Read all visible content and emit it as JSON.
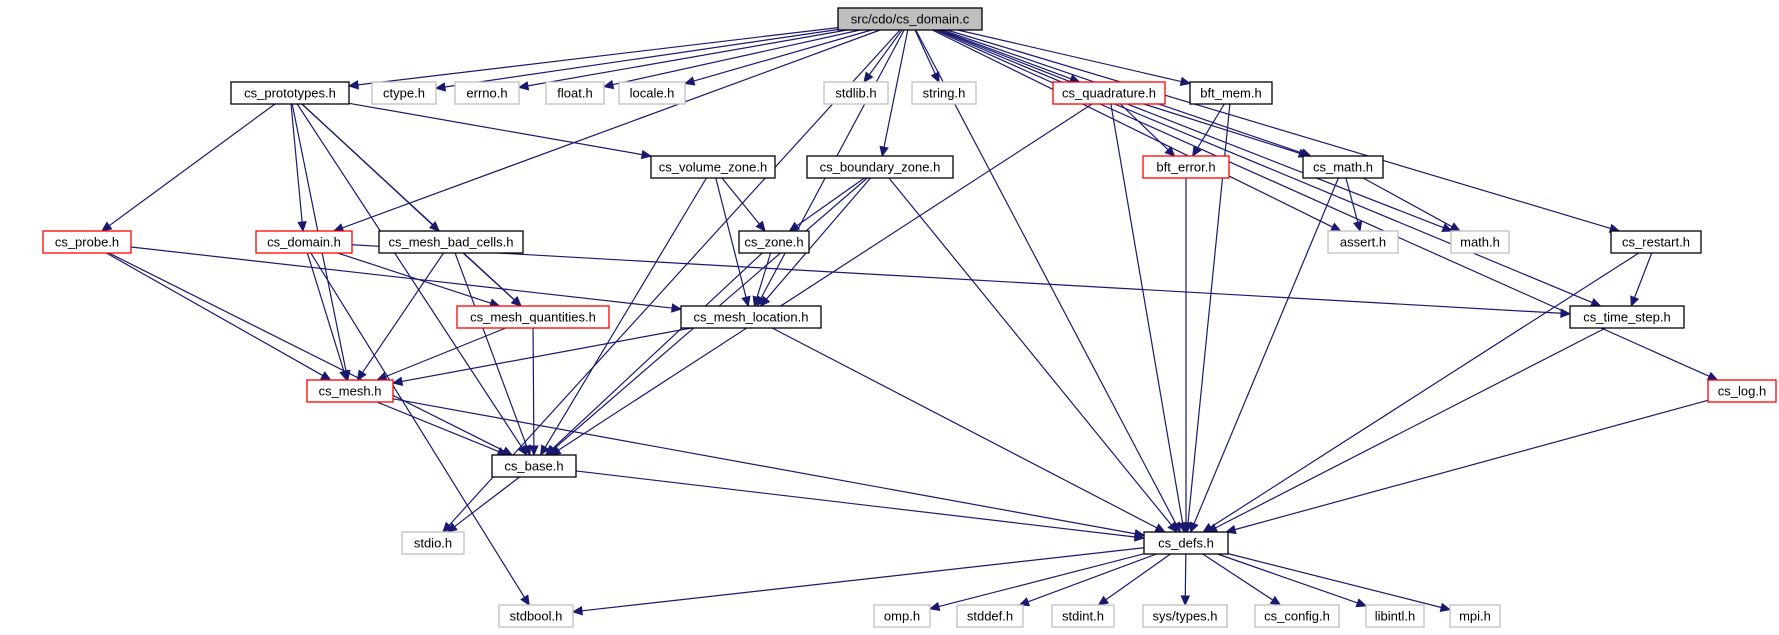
{
  "graph": {
    "colors": {
      "root_fill": "#bfbfbf",
      "file_border": "#000000",
      "truncated_border": "#ff0000",
      "system_border": "#bfbfbf",
      "edge": "#191970"
    },
    "nodes": [
      {
        "id": "cs_domain_c",
        "label": "src/cdo/cs_domain.c",
        "kind": "root"
      },
      {
        "id": "cs_prototypes_h",
        "label": "cs_prototypes.h",
        "kind": "file"
      },
      {
        "id": "ctype_h",
        "label": "ctype.h",
        "kind": "system"
      },
      {
        "id": "errno_h",
        "label": "errno.h",
        "kind": "system"
      },
      {
        "id": "float_h",
        "label": "float.h",
        "kind": "system"
      },
      {
        "id": "locale_h",
        "label": "locale.h",
        "kind": "system"
      },
      {
        "id": "stdlib_h",
        "label": "stdlib.h",
        "kind": "system"
      },
      {
        "id": "string_h",
        "label": "string.h",
        "kind": "system"
      },
      {
        "id": "cs_quadrature_h",
        "label": "cs_quadrature.h",
        "kind": "truncated"
      },
      {
        "id": "bft_mem_h",
        "label": "bft_mem.h",
        "kind": "file"
      },
      {
        "id": "cs_volume_zone_h",
        "label": "cs_volume_zone.h",
        "kind": "file"
      },
      {
        "id": "cs_boundary_zone_h",
        "label": "cs_boundary_zone.h",
        "kind": "file"
      },
      {
        "id": "bft_error_h",
        "label": "bft_error.h",
        "kind": "truncated"
      },
      {
        "id": "cs_math_h",
        "label": "cs_math.h",
        "kind": "file"
      },
      {
        "id": "cs_probe_h",
        "label": "cs_probe.h",
        "kind": "truncated"
      },
      {
        "id": "cs_domain_h",
        "label": "cs_domain.h",
        "kind": "truncated"
      },
      {
        "id": "cs_mesh_bad_cells_h",
        "label": "cs_mesh_bad_cells.h",
        "kind": "file"
      },
      {
        "id": "cs_zone_h",
        "label": "cs_zone.h",
        "kind": "file"
      },
      {
        "id": "assert_h",
        "label": "assert.h",
        "kind": "system"
      },
      {
        "id": "math_h",
        "label": "math.h",
        "kind": "system"
      },
      {
        "id": "cs_restart_h",
        "label": "cs_restart.h",
        "kind": "file"
      },
      {
        "id": "cs_mesh_quantities_h",
        "label": "cs_mesh_quantities.h",
        "kind": "truncated"
      },
      {
        "id": "cs_mesh_location_h",
        "label": "cs_mesh_location.h",
        "kind": "file"
      },
      {
        "id": "cs_time_step_h",
        "label": "cs_time_step.h",
        "kind": "file"
      },
      {
        "id": "cs_mesh_h",
        "label": "cs_mesh.h",
        "kind": "truncated"
      },
      {
        "id": "cs_log_h",
        "label": "cs_log.h",
        "kind": "truncated"
      },
      {
        "id": "cs_base_h",
        "label": "cs_base.h",
        "kind": "file"
      },
      {
        "id": "stdio_h",
        "label": "stdio.h",
        "kind": "system"
      },
      {
        "id": "cs_defs_h",
        "label": "cs_defs.h",
        "kind": "file"
      },
      {
        "id": "stdbool_h",
        "label": "stdbool.h",
        "kind": "system"
      },
      {
        "id": "omp_h",
        "label": "omp.h",
        "kind": "system"
      },
      {
        "id": "stddef_h",
        "label": "stddef.h",
        "kind": "system"
      },
      {
        "id": "stdint_h",
        "label": "stdint.h",
        "kind": "system"
      },
      {
        "id": "sys_types_h",
        "label": "sys/types.h",
        "kind": "system"
      },
      {
        "id": "cs_config_h",
        "label": "cs_config.h",
        "kind": "system"
      },
      {
        "id": "libintl_h",
        "label": "libintl.h",
        "kind": "system"
      },
      {
        "id": "mpi_h",
        "label": "mpi.h",
        "kind": "system"
      }
    ],
    "edges": [
      [
        "cs_domain_c",
        "cs_prototypes_h"
      ],
      [
        "cs_domain_c",
        "ctype_h"
      ],
      [
        "cs_domain_c",
        "errno_h"
      ],
      [
        "cs_domain_c",
        "float_h"
      ],
      [
        "cs_domain_c",
        "locale_h"
      ],
      [
        "cs_domain_c",
        "stdlib_h"
      ],
      [
        "cs_domain_c",
        "string_h"
      ],
      [
        "cs_domain_c",
        "cs_quadrature_h"
      ],
      [
        "cs_domain_c",
        "bft_mem_h"
      ],
      [
        "cs_domain_c",
        "cs_boundary_zone_h"
      ],
      [
        "cs_domain_c",
        "cs_domain_h"
      ],
      [
        "cs_domain_c",
        "cs_math_h"
      ],
      [
        "cs_domain_c",
        "assert_h"
      ],
      [
        "cs_domain_c",
        "math_h"
      ],
      [
        "cs_domain_c",
        "cs_restart_h"
      ],
      [
        "cs_domain_c",
        "cs_mesh_location_h"
      ],
      [
        "cs_domain_c",
        "cs_time_step_h"
      ],
      [
        "cs_domain_c",
        "cs_log_h"
      ],
      [
        "cs_domain_c",
        "stdio_h"
      ],
      [
        "cs_domain_c",
        "cs_defs_h"
      ],
      [
        "cs_prototypes_h",
        "cs_probe_h"
      ],
      [
        "cs_prototypes_h",
        "cs_domain_h"
      ],
      [
        "cs_prototypes_h",
        "cs_mesh_bad_cells_h"
      ],
      [
        "cs_prototypes_h",
        "cs_mesh_quantities_h"
      ],
      [
        "cs_prototypes_h",
        "cs_volume_zone_h"
      ],
      [
        "cs_prototypes_h",
        "cs_mesh_h"
      ],
      [
        "cs_prototypes_h",
        "cs_base_h"
      ],
      [
        "cs_quadrature_h",
        "bft_error_h"
      ],
      [
        "cs_quadrature_h",
        "cs_math_h"
      ],
      [
        "cs_quadrature_h",
        "cs_base_h"
      ],
      [
        "cs_quadrature_h",
        "cs_defs_h"
      ],
      [
        "bft_mem_h",
        "bft_error_h"
      ],
      [
        "bft_mem_h",
        "cs_defs_h"
      ],
      [
        "bft_error_h",
        "cs_defs_h"
      ],
      [
        "cs_math_h",
        "assert_h"
      ],
      [
        "cs_math_h",
        "math_h"
      ],
      [
        "cs_math_h",
        "cs_defs_h"
      ],
      [
        "cs_volume_zone_h",
        "cs_zone_h"
      ],
      [
        "cs_volume_zone_h",
        "cs_mesh_location_h"
      ],
      [
        "cs_volume_zone_h",
        "cs_base_h"
      ],
      [
        "cs_boundary_zone_h",
        "cs_zone_h"
      ],
      [
        "cs_boundary_zone_h",
        "cs_mesh_location_h"
      ],
      [
        "cs_boundary_zone_h",
        "cs_base_h"
      ],
      [
        "cs_boundary_zone_h",
        "cs_defs_h"
      ],
      [
        "cs_zone_h",
        "cs_mesh_location_h"
      ],
      [
        "cs_zone_h",
        "cs_base_h"
      ],
      [
        "cs_probe_h",
        "cs_mesh_location_h"
      ],
      [
        "cs_probe_h",
        "cs_mesh_h"
      ],
      [
        "cs_probe_h",
        "cs_base_h"
      ],
      [
        "cs_domain_h",
        "cs_mesh_quantities_h"
      ],
      [
        "cs_domain_h",
        "cs_time_step_h"
      ],
      [
        "cs_domain_h",
        "cs_mesh_h"
      ],
      [
        "cs_domain_h",
        "stdbool_h"
      ],
      [
        "cs_mesh_bad_cells_h",
        "cs_mesh_quantities_h"
      ],
      [
        "cs_mesh_bad_cells_h",
        "cs_mesh_h"
      ],
      [
        "cs_mesh_bad_cells_h",
        "cs_base_h"
      ],
      [
        "cs_mesh_quantities_h",
        "cs_mesh_h"
      ],
      [
        "cs_mesh_quantities_h",
        "cs_base_h"
      ],
      [
        "cs_mesh_location_h",
        "cs_mesh_h"
      ],
      [
        "cs_mesh_location_h",
        "cs_defs_h"
      ],
      [
        "cs_restart_h",
        "cs_time_step_h"
      ],
      [
        "cs_restart_h",
        "cs_defs_h"
      ],
      [
        "cs_time_step_h",
        "cs_defs_h"
      ],
      [
        "cs_log_h",
        "cs_defs_h"
      ],
      [
        "cs_mesh_h",
        "cs_base_h"
      ],
      [
        "cs_mesh_h",
        "cs_defs_h"
      ],
      [
        "cs_base_h",
        "stdio_h"
      ],
      [
        "cs_base_h",
        "cs_defs_h"
      ],
      [
        "cs_defs_h",
        "stdbool_h"
      ],
      [
        "cs_defs_h",
        "omp_h"
      ],
      [
        "cs_defs_h",
        "stddef_h"
      ],
      [
        "cs_defs_h",
        "stdint_h"
      ],
      [
        "cs_defs_h",
        "sys_types_h"
      ],
      [
        "cs_defs_h",
        "cs_config_h"
      ],
      [
        "cs_defs_h",
        "libintl_h"
      ],
      [
        "cs_defs_h",
        "mpi_h"
      ]
    ]
  }
}
